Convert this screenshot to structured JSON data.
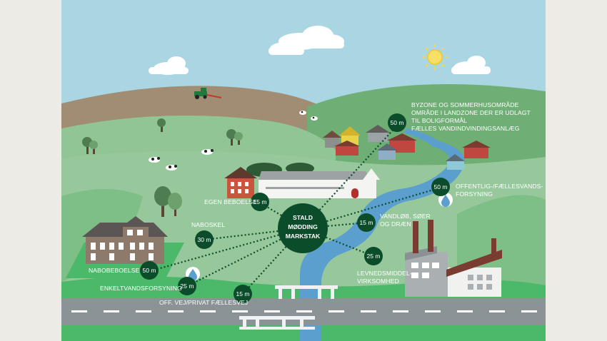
{
  "center": {
    "lines": [
      "STALD",
      "MØDDING",
      "MARKSTAK"
    ]
  },
  "labels": {
    "byzone": [
      "BYZONE OG SOMMERHUSOMRÅDE",
      "OMRÅDE I LANDZONE DER ER UDLAGT",
      "TIL BOLIGFORMÅL",
      "FÆLLES VANDINDVINDINGSANLÆG"
    ],
    "offentlig": [
      "OFFENTLIG-/FÆLLESVANDS-",
      "FORSYNING"
    ],
    "egen": "EGEN BEBOELSE",
    "naboskel": "NABOSKEL",
    "vandlob": [
      "VANDLØB, SØER",
      "OG DRÆN"
    ],
    "nabobeboelse": "NABOBEBOELSE",
    "enkelt": "ENKELTVANDSFORSYNING",
    "levnedsmiddel": [
      "LEVNEDSMIDDEL-",
      "VIRKSOMHED"
    ],
    "vej": "OFF. VEJ/PRIVAT FÆLLESVEJ"
  },
  "distances": {
    "byzone": "50 m",
    "offentlig": "50 m",
    "egen": "15 m",
    "naboskel": "30 m",
    "vandlob": "15 m",
    "nabobeboelse": "50 m",
    "levnedsmiddel": "25 m",
    "enkelt": "25 m",
    "vej": "15 m"
  },
  "colors": {
    "sky": "#a9d6e2",
    "hill_brown": "#a18c74",
    "grass_light": "#92c596",
    "grass_mid": "#78b57f",
    "grass_bright": "#4cb96a",
    "river": "#5b9fce",
    "dark_green": "#0b4d2a",
    "road": "#8c9396"
  }
}
